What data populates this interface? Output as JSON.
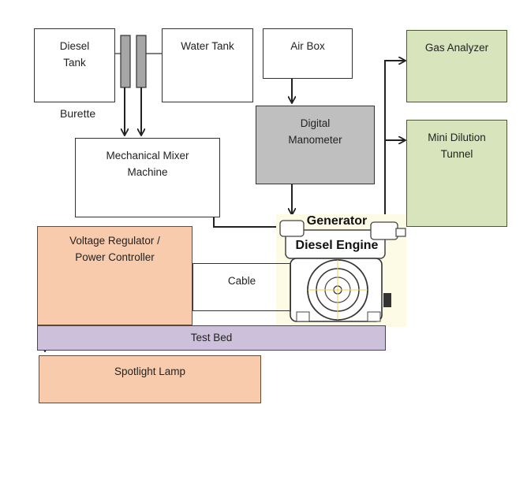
{
  "boxes": {
    "diesel_tank": "Diesel\nTank",
    "water_tank": "Water Tank",
    "air_box": "Air Box",
    "gas_analyzer": "Gas Analyzer",
    "mini_dilution_tunnel": "Mini Dilution\nTunnel",
    "digital_manometer": "Digital\nManometer",
    "mechanical_mixer": "Mechanical Mixer\nMachine",
    "voltage_regulator": "Voltage Regulator /\nPower Controller",
    "cable": "Cable",
    "test_bed": "Test Bed",
    "spotlight_lamp": "Spotlight Lamp"
  },
  "labels": {
    "burette": "Burette",
    "engine_line1": "Generator",
    "engine_line2": "Diesel Engine"
  },
  "colors": {
    "green_fill": "#d8e4bc",
    "gray_fill": "#bfbfbf",
    "peach_fill": "#f8cbad",
    "lavender_fill": "#ccc0da"
  }
}
